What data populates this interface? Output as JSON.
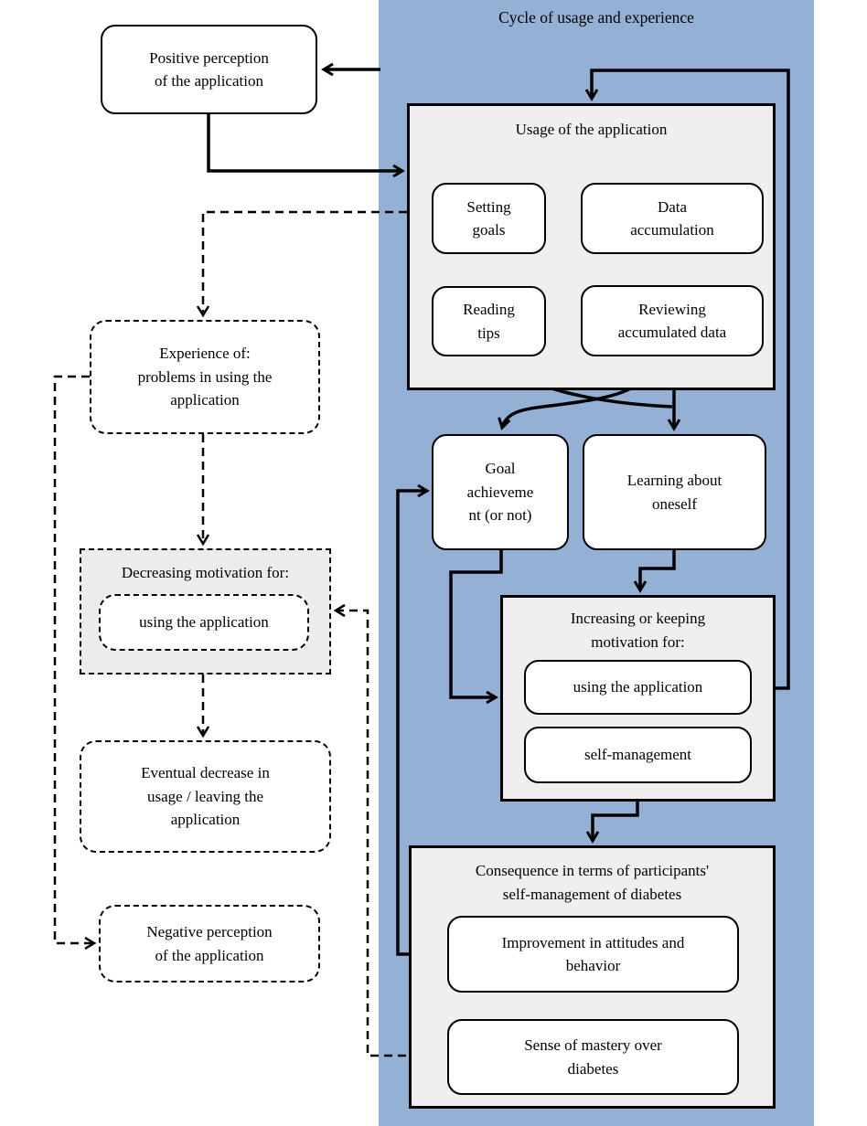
{
  "diagram": {
    "title": "Cycle of usage and experience",
    "left_column": {
      "positive_perception": "Positive perception\nof the application",
      "experience": "Experience of:\nproblems in using the\napplication",
      "decreasing": {
        "title": "Decreasing  motivation for:",
        "item": "using the application"
      },
      "eventual_decrease": "Eventual decrease in\nusage / leaving the\napplication",
      "negative_perception": "Negative perception\nof the application"
    },
    "cycle_panel": {
      "usage": {
        "title": "Usage of the application",
        "setting_goals": "Setting\ngoals",
        "data_accumulation": "Data\naccumulation",
        "reading_tips": "Reading\ntips",
        "reviewing": "Reviewing\naccumulated data"
      },
      "goal_achievement": "Goal\nachieveme\nnt (or not)",
      "learning": "Learning about\noneself",
      "increasing": {
        "title": "Increasing or keeping\nmotivation for:",
        "item1": "using the application",
        "item2": "self-management"
      },
      "consequence": {
        "title": "Consequence in terms of participants'\nself-management of diabetes",
        "item1": "Improvement in attitudes and\nbehavior",
        "item2": "Sense of mastery over\ndiabetes"
      }
    },
    "colors": {
      "panel_blue": "#94b1d5",
      "box_gray": "#efefef",
      "line_black": "#000000"
    }
  }
}
